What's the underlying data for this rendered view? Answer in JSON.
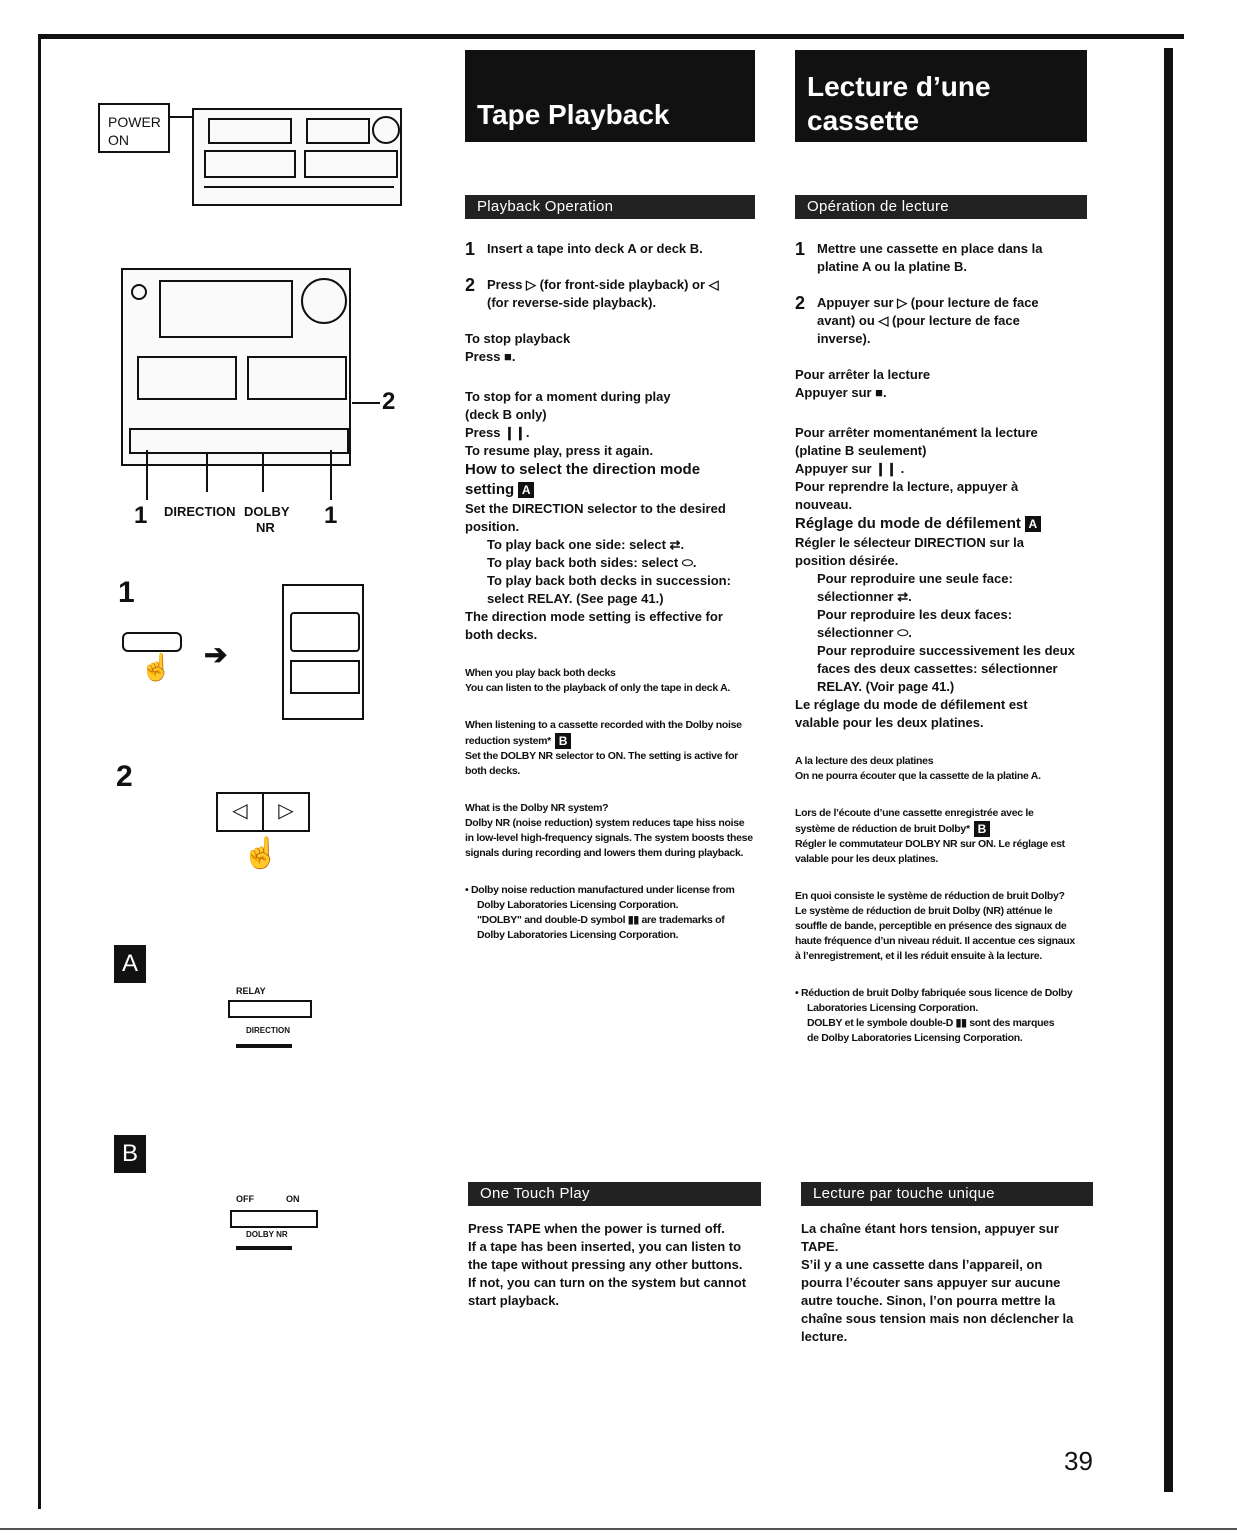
{
  "page_number": "39",
  "english": {
    "title_line1": "Tape Playback",
    "section1": "Playback Operation",
    "step1": "Insert a tape into deck A or deck B.",
    "step2_line1": "Press ▷ (for front-side playback) or ◁",
    "step2_line2": "(for reverse-side playback).",
    "stop_heading": "To stop playback",
    "stop_text": "Press ■.",
    "pause_heading1": "To stop for a moment during play",
    "pause_heading2": "(deck B only)",
    "pause_text1": "Press ❙❙.",
    "pause_text2": "To resume play, press it again.",
    "direction_heading1": "How to select the direction mode",
    "direction_heading2": "setting",
    "direction_box": "A",
    "direction_text1": "Set the DIRECTION selector to the desired",
    "direction_text2": "position.",
    "direction_opt1": "To play back one side: select ⇄.",
    "direction_opt2": "To play back both sides: select ⬭.",
    "direction_opt3": "To play back both decks in succession:",
    "direction_opt3b": "select RELAY. (See page 41.)",
    "direction_note1": "The direction mode setting is effective for",
    "direction_note2": "both decks.",
    "both_heading": "When you play back both decks",
    "both_text": "You can listen to the playback of only the tape in deck A.",
    "dolby_heading1": "When listening to a cassette recorded with the Dolby noise",
    "dolby_heading2": "reduction system*",
    "dolby_box": "B",
    "dolby_text1": "Set the DOLBY NR selector to ON. The setting is active for",
    "dolby_text2": "both decks.",
    "whatis_heading": "What is the Dolby NR system?",
    "whatis_text1": "Dolby NR (noise reduction) system reduces tape hiss noise",
    "whatis_text2": "in low-level high-frequency signals. The system boosts these",
    "whatis_text3": "signals during recording and lowers them during playback.",
    "footnote1": "• Dolby noise reduction manufactured under license from",
    "footnote2": "Dolby Laboratories Licensing Corporation.",
    "footnote3": "\"DOLBY\" and double-D symbol ▮▮ are trademarks of",
    "footnote4": "Dolby Laboratories Licensing Corporation.",
    "section2": "One Touch Play",
    "otp1": "Press TAPE when the power is turned off.",
    "otp2": "If a tape has been inserted, you can listen to",
    "otp3": "the tape without pressing any other buttons.",
    "otp4": "If not, you can turn on the system but cannot",
    "otp5": "start playback."
  },
  "french": {
    "title_line1": "Lecture d’une",
    "title_line2": "cassette",
    "section1": "Opération de lecture",
    "step1_line1": "Mettre une cassette en place dans la",
    "step1_line2": "platine A ou la platine B.",
    "step2_line1": "Appuyer sur ▷ (pour lecture de face",
    "step2_line2": "avant) ou ◁ (pour lecture de face",
    "step2_line3": "inverse).",
    "stop_heading": "Pour arrêter la lecture",
    "stop_text": "Appuyer sur ■.",
    "pause_heading1": "Pour arrêter momentanément la lecture",
    "pause_heading2": "(platine B seulement)",
    "pause_text1": "Appuyer sur ❙❙ .",
    "pause_text2": "Pour reprendre la lecture, appuyer à",
    "pause_text3": "nouveau.",
    "direction_heading": "Réglage du mode de défilement",
    "direction_box": "A",
    "direction_text1": "Régler le sélecteur DIRECTION sur la",
    "direction_text2": "position désirée.",
    "opt1a": "Pour reproduire une seule face:",
    "opt1b": "sélectionner ⇄.",
    "opt2a": "Pour reproduire les deux faces:",
    "opt2b": "sélectionner ⬭.",
    "opt3a": "Pour reproduire successivement les deux",
    "opt3b": "faces des deux cassettes: sélectionner",
    "opt3c": "RELAY. (Voir page 41.)",
    "note1": "Le réglage du mode de défilement est",
    "note2": "valable pour les deux platines.",
    "both_heading": "A la lecture des deux platines",
    "both_text": "On ne pourra écouter que la cassette de la platine A.",
    "dolby_heading1": "Lors de l’écoute d’une cassette enregistrée avec le",
    "dolby_heading2": "système de réduction de bruit Dolby*",
    "dolby_box": "B",
    "dolby_text1": "Régler le commutateur DOLBY NR sur ON. Le réglage est",
    "dolby_text2": "valable pour les deux platines.",
    "whatis_heading": "En quoi consiste le système de réduction de bruit Dolby?",
    "whatis_text1": "Le système de réduction de bruit Dolby (NR) atténue le",
    "whatis_text2": "souffle de bande, perceptible en présence des signaux de",
    "whatis_text3": "haute fréquence d’un niveau réduit. Il accentue ces signaux",
    "whatis_text4": "à l’enregistrement, et il les réduit ensuite à la lecture.",
    "footnote1": "• Réduction de bruit Dolby fabriquée sous licence de Dolby",
    "footnote2": "Laboratories Licensing Corporation.",
    "footnote3": "DOLBY et le symbole double-D ▮▮ sont des marques",
    "footnote4": "de Dolby Laboratories Licensing Corporation.",
    "section2": "Lecture par touche unique",
    "otp1": "La chaîne étant hors tension, appuyer sur",
    "otp2": "TAPE.",
    "otp3": "S’il y a une cassette dans l’appareil, on",
    "otp4": "pourra l’écouter sans appuyer sur aucune",
    "otp5": "autre touche. Sinon, l’on pourra mettre la",
    "otp6": "chaîne sous tension mais non déclencher la",
    "otp7": "lecture."
  },
  "figures": {
    "power_label1": "POWER",
    "power_label2": "ON",
    "callout_2": "2",
    "callout_1_left": "1",
    "callout_1_right": "1",
    "direction_label": "DIRECTION",
    "dolby_label1": "DOLBY",
    "dolby_label2": "NR",
    "step1_num": "1",
    "step2_num": "2",
    "box_a": "A",
    "box_b": "B",
    "relay_label": "RELAY",
    "direction_sw_label": "DIRECTION",
    "off_label": "OFF",
    "on_label": "ON",
    "dolbynr_sw_label": "DOLBY NR",
    "arrow": "➔"
  }
}
